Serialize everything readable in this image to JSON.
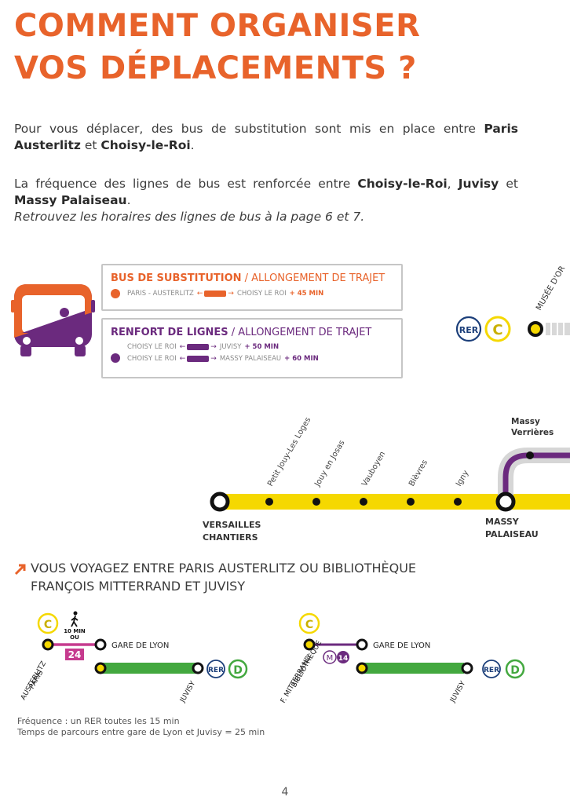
{
  "title_line1": "COMMENT ORGANISER",
  "title_line2": "VOS DÉPLACEMENTS ?",
  "intro": {
    "p1_a": "Pour vous déplacer, des bus de substitution sont mis en place entre ",
    "p1_b": "Paris Austerlitz",
    "p1_c": " et ",
    "p1_d": "Choisy-le-Roi",
    "p1_e": ".",
    "p2_a": "La fréquence des lignes de bus est renforcée entre ",
    "p2_b": "Choisy-le-Roi",
    "p2_c": ", ",
    "p2_d": "Juvisy",
    "p2_e": " et ",
    "p2_f": "Massy Palaiseau",
    "p2_g": ".",
    "p3": "Retrouvez les horaires des lignes de bus à la page 6 et 7."
  },
  "bus_box1": {
    "head_strong": "BUS DE SUBSTITUTION",
    "head_rest": " / ALLONGEMENT DE TRAJET",
    "line_from": "PARIS - AUSTERLITZ",
    "line_to": "CHOISY LE ROI",
    "line_time": "+ 45 MIN"
  },
  "bus_box2": {
    "head_strong": "RENFORT DE LIGNES",
    "head_rest": " / ALLONGEMENT DE TRAJET",
    "line1_from": "CHOISY LE ROI",
    "line1_to": "JUVISY",
    "line1_time": "+ 50 MIN",
    "line2_from": "CHOISY LE ROI",
    "line2_to": "MASSY PALAISEAU",
    "line2_time": "+ 60 MIN"
  },
  "map": {
    "musee_label": "MUSÉE D'OR",
    "rer_badge": "RER",
    "line_c": "C",
    "line_d": "D",
    "metro_m": "M",
    "metro_14": "14",
    "stations_small": [
      "Petit Jouy-Les Loges",
      "Jouy en Josas",
      "Vauboyen",
      "Bièvres",
      "Igny"
    ],
    "massy_verrieres_1": "Massy",
    "massy_verrieres_2": "Verrières",
    "versailles_1": "VERSAILLES",
    "versailles_2": "CHANTIERS",
    "massy_pal_1": "MASSY",
    "massy_pal_2": "PALAISEAU"
  },
  "section": {
    "line1": "VOUS VOYAGEZ ENTRE PARIS AUSTERLITZ OU BIBLIOTHÈQUE",
    "line2": "FRANÇOIS MITTERRAND ET JUVISY"
  },
  "route_left": {
    "walk_time": "10 MIN",
    "or": "OU",
    "bus_number": "24",
    "gare_lyon": "GARE DE LYON",
    "paris_1": "PARIS",
    "paris_2": "AUSTERLITZ",
    "juvisy": "JUVISY"
  },
  "route_right": {
    "gare_lyon": "GARE DE LYON",
    "bib_1": "BIBLIOTHÈQUE",
    "bib_2": "F. MITTERRAND",
    "juvisy": "JUVISY"
  },
  "notes": {
    "freq": "Fréquence : un RER toutes les 15 min",
    "duration": "Temps de parcours entre gare de Lyon et Juvisy = 25 min"
  },
  "page_number": "4",
  "colors": {
    "orange": "#e8632b",
    "purple": "#6b2a7e",
    "yellow": "#f5d800",
    "green": "#43a83f",
    "pink": "#c63b8e",
    "rer_blue": "#1c3f7a"
  }
}
